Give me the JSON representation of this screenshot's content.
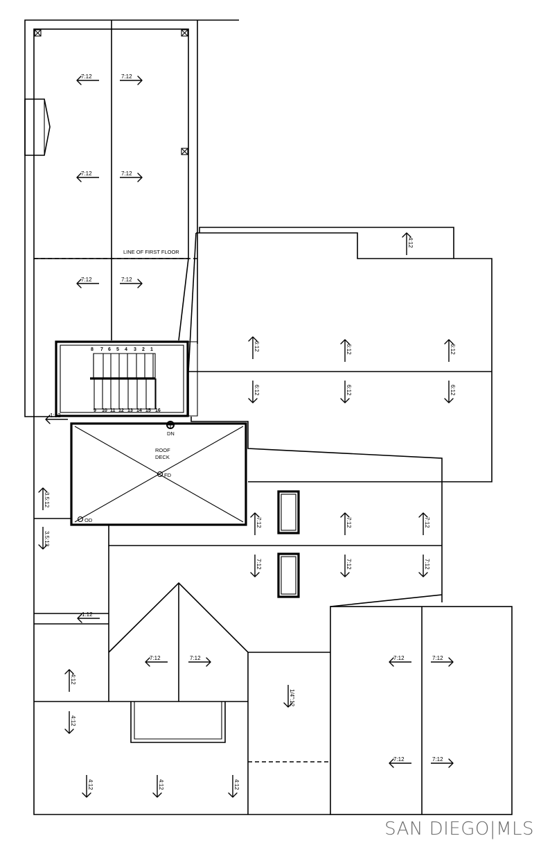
{
  "plan": {
    "labels": {
      "line_of_first_floor": "LINE OF FIRST FLOOR",
      "roof_deck_line1": "ROOF",
      "roof_deck_line2": "DECK",
      "dn": "DN",
      "fd": "FD",
      "od": "OD"
    },
    "stair_steps_top": [
      "8",
      "7",
      "6",
      "5",
      "4",
      "3",
      "2",
      "1"
    ],
    "stair_steps_bottom": [
      "9",
      "10",
      "11",
      "12",
      "13",
      "14",
      "15",
      "16"
    ],
    "slopes": [
      {
        "text": "7:12",
        "dir": "left"
      },
      {
        "text": "7:12",
        "dir": "right"
      },
      {
        "text": "7:12",
        "dir": "left"
      },
      {
        "text": "7:12",
        "dir": "right"
      },
      {
        "text": "7:12",
        "dir": "left"
      },
      {
        "text": "7:12",
        "dir": "right"
      },
      {
        "text": "4:12",
        "dir": "up"
      },
      {
        "text": "6:12",
        "dir": "up"
      },
      {
        "text": "6:12",
        "dir": "up"
      },
      {
        "text": "6:12",
        "dir": "up"
      },
      {
        "text": "6:12",
        "dir": "down"
      },
      {
        "text": "6:12",
        "dir": "down"
      },
      {
        "text": "6:12",
        "dir": "down"
      },
      {
        "text": "1:12",
        "dir": "left"
      },
      {
        "text": "3.5:12",
        "dir": "up"
      },
      {
        "text": "3.5:12",
        "dir": "down"
      },
      {
        "text": "7:12",
        "dir": "up"
      },
      {
        "text": "7:12",
        "dir": "up"
      },
      {
        "text": "7:12",
        "dir": "up"
      },
      {
        "text": "7:12",
        "dir": "down"
      },
      {
        "text": "7:12",
        "dir": "down"
      },
      {
        "text": "7:12",
        "dir": "down"
      },
      {
        "text": "1:12",
        "dir": "left"
      },
      {
        "text": "7:12",
        "dir": "left"
      },
      {
        "text": "7:12",
        "dir": "right"
      },
      {
        "text": "4:12",
        "dir": "up"
      },
      {
        "text": "4:12",
        "dir": "down"
      },
      {
        "text": "1/4\":12",
        "dir": "down"
      },
      {
        "text": "7:12",
        "dir": "left"
      },
      {
        "text": "7:12",
        "dir": "right"
      },
      {
        "text": "7:12",
        "dir": "left"
      },
      {
        "text": "7:12",
        "dir": "right"
      },
      {
        "text": "4:12",
        "dir": "down"
      },
      {
        "text": "4:12",
        "dir": "down"
      },
      {
        "text": "4:12",
        "dir": "down"
      }
    ]
  },
  "watermark": {
    "text": "SAN DIEGO|MLS"
  }
}
